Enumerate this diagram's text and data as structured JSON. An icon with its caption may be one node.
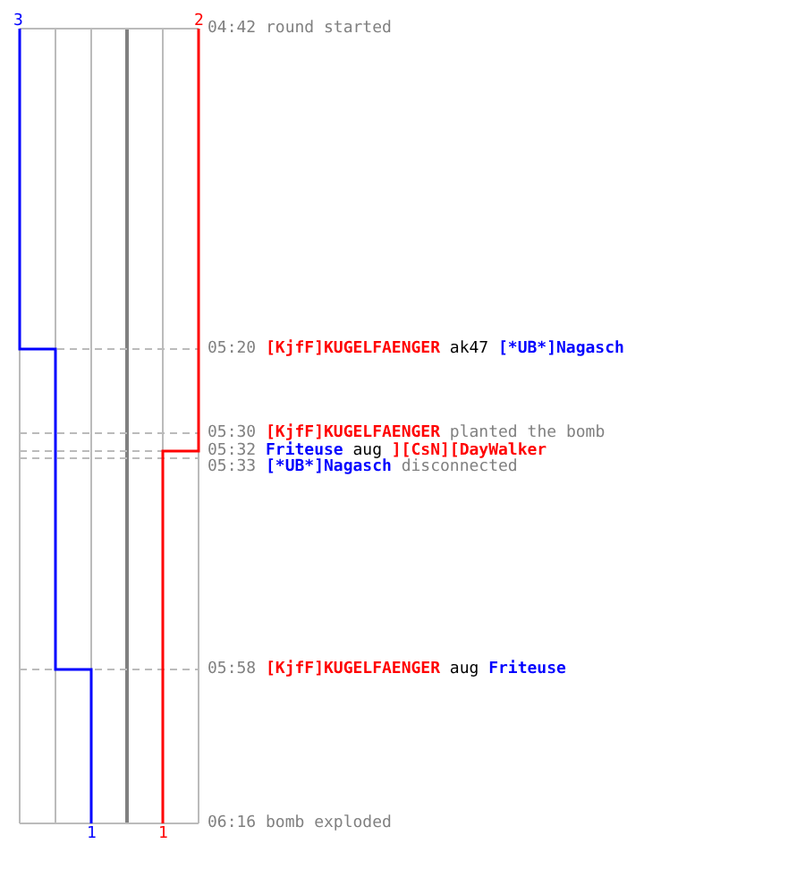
{
  "diagram": {
    "labels": [
      "3",
      "2",
      "04:42",
      "round started",
      "05:20",
      "[KjfF]KUGELFAENGER",
      "ak47",
      "[*UB*]Nagasch",
      "05:30",
      "[KjfF]KUGELFAENGER",
      "planted the bomb",
      "05:32",
      "Friteuse",
      "aug",
      "][CsN][DayWalker",
      "05:33",
      "[*UB*]Nagasch",
      "disconnected",
      "05:58",
      "[KjfF]KUGELFAENGER",
      "aug",
      "Friteuse",
      "06:16",
      "bomb exploded",
      "1",
      "1"
    ]
  }
}
